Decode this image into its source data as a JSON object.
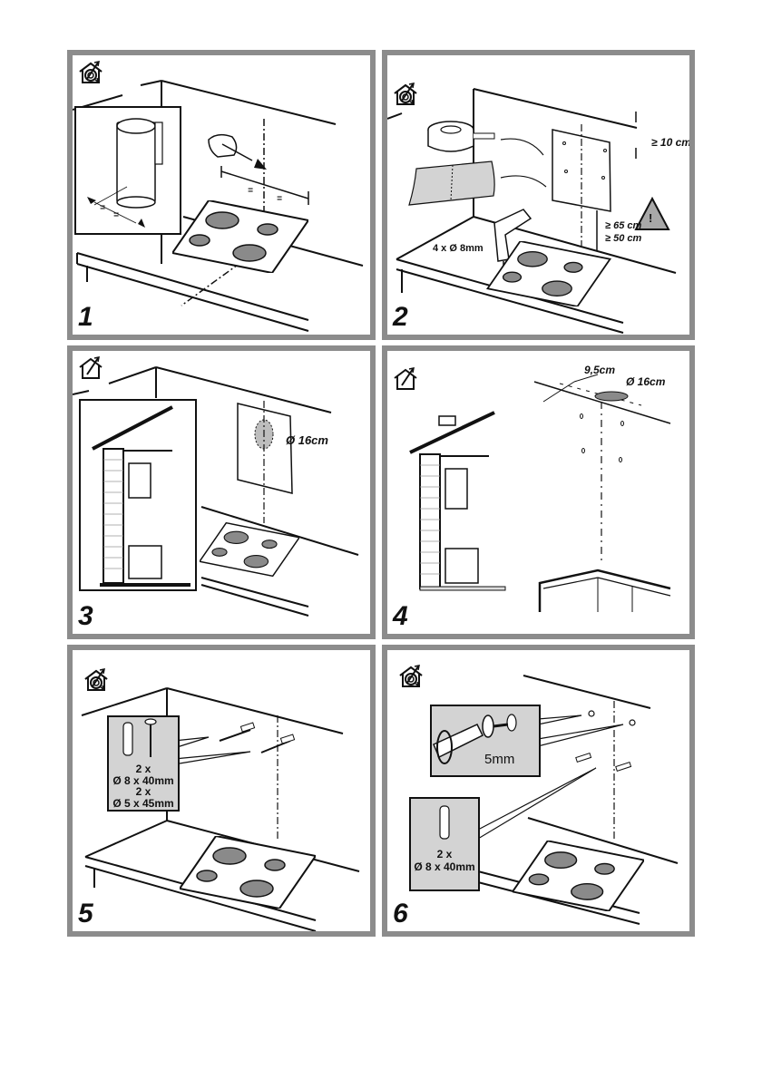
{
  "document": {
    "type": "installation-instructions",
    "subject": "wall-mounted cooker hood installation"
  },
  "colors": {
    "panel_border": "#8c8c8c",
    "callout_fill": "#d3d3d3",
    "hob_burner": "#8a8a8a",
    "ink": "#111111"
  },
  "icons": {
    "ducted": "ducted-outlet-house-icon",
    "recirculation": "recirculation-house-icon",
    "warning": "warning-triangle-icon"
  },
  "steps": [
    {
      "number": "1",
      "icons": [
        "ducted",
        "recirculation"
      ],
      "labels": {
        "equal_a": "=",
        "equal_b": "=",
        "equal_c": "=",
        "equal_d": "="
      }
    },
    {
      "number": "2",
      "icons": [
        "ducted",
        "recirculation"
      ],
      "labels": {
        "top_clearance": "≥ 10 cm",
        "gas_clearance": "≥ 65 cm",
        "electric_clearance": "≥ 50 cm",
        "drill": "4 x Ø 8mm",
        "warning_mark": "!"
      }
    },
    {
      "number": "3",
      "icons": [
        "ducted"
      ],
      "labels": {
        "hole_diameter": "Ø 16cm"
      }
    },
    {
      "number": "4",
      "icons": [
        "ducted"
      ],
      "labels": {
        "offset": "9,5cm",
        "hole_diameter": "Ø 16cm"
      }
    },
    {
      "number": "5",
      "icons": [
        "ducted",
        "recirculation"
      ],
      "callout": {
        "line1": "2 x",
        "line2": "Ø 8 x 40mm",
        "line3": "2 x",
        "line4": "Ø 5 x 45mm"
      }
    },
    {
      "number": "6",
      "icons": [
        "ducted",
        "recirculation"
      ],
      "callout_screw": {
        "gap": "5mm"
      },
      "callout_plug": {
        "line1": "2 x",
        "line2": "Ø 8 x 40mm"
      }
    }
  ]
}
